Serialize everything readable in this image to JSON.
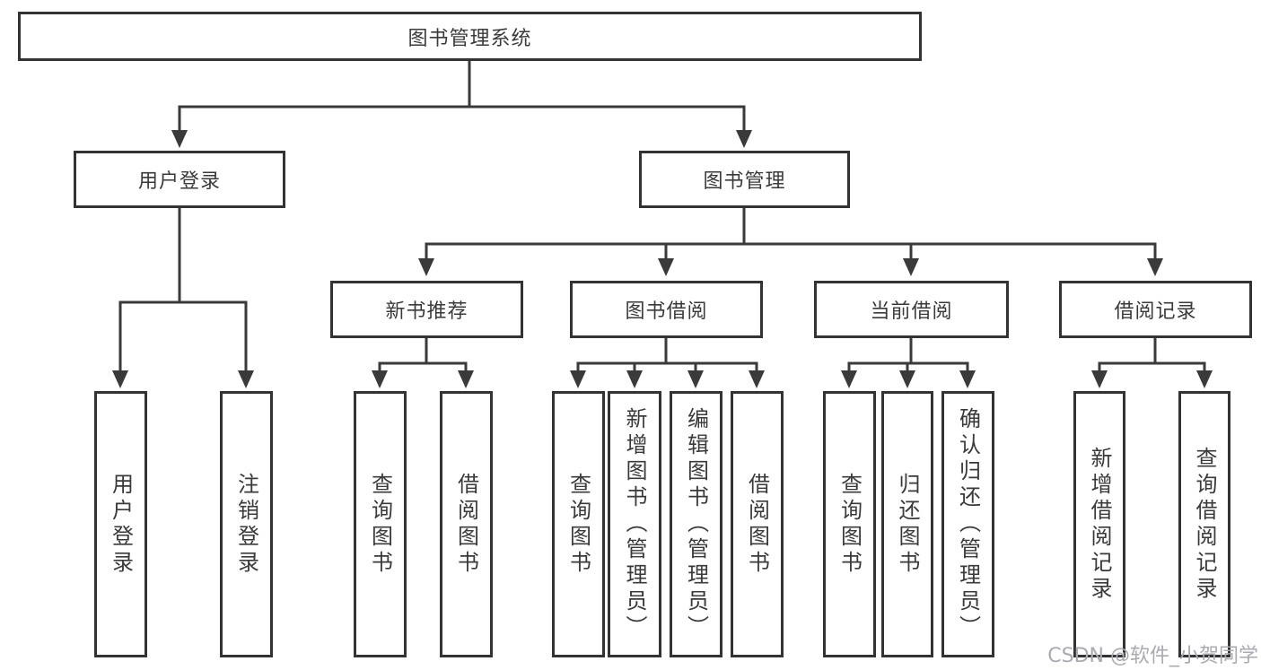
{
  "tree": {
    "root": "图书管理系统",
    "branches": [
      {
        "label": "用户登录",
        "children": [
          "用户登录",
          "注销登录"
        ]
      },
      {
        "label": "图书管理",
        "groups": [
          {
            "label": "新书推荐",
            "children": [
              "查询图书",
              "借阅图书"
            ]
          },
          {
            "label": "图书借阅",
            "children": [
              "查询图书",
              "新增图书（管理员）",
              "编辑图书（管理员）",
              "借阅图书"
            ]
          },
          {
            "label": "当前借阅",
            "children": [
              "查询图书",
              "归还图书",
              "确认归还（管理员）"
            ]
          },
          {
            "label": "借阅记录",
            "children": [
              "新增借阅记录",
              "查询借阅记录"
            ]
          }
        ]
      }
    ]
  },
  "watermark": {
    "text": "CSDN @软件_小贺同学"
  },
  "colors": {
    "line": "#3a3a3a",
    "box_border": "#333333",
    "text": "#3a3a3a",
    "watermark": "#a9aab2",
    "background": "#ffffff"
  }
}
